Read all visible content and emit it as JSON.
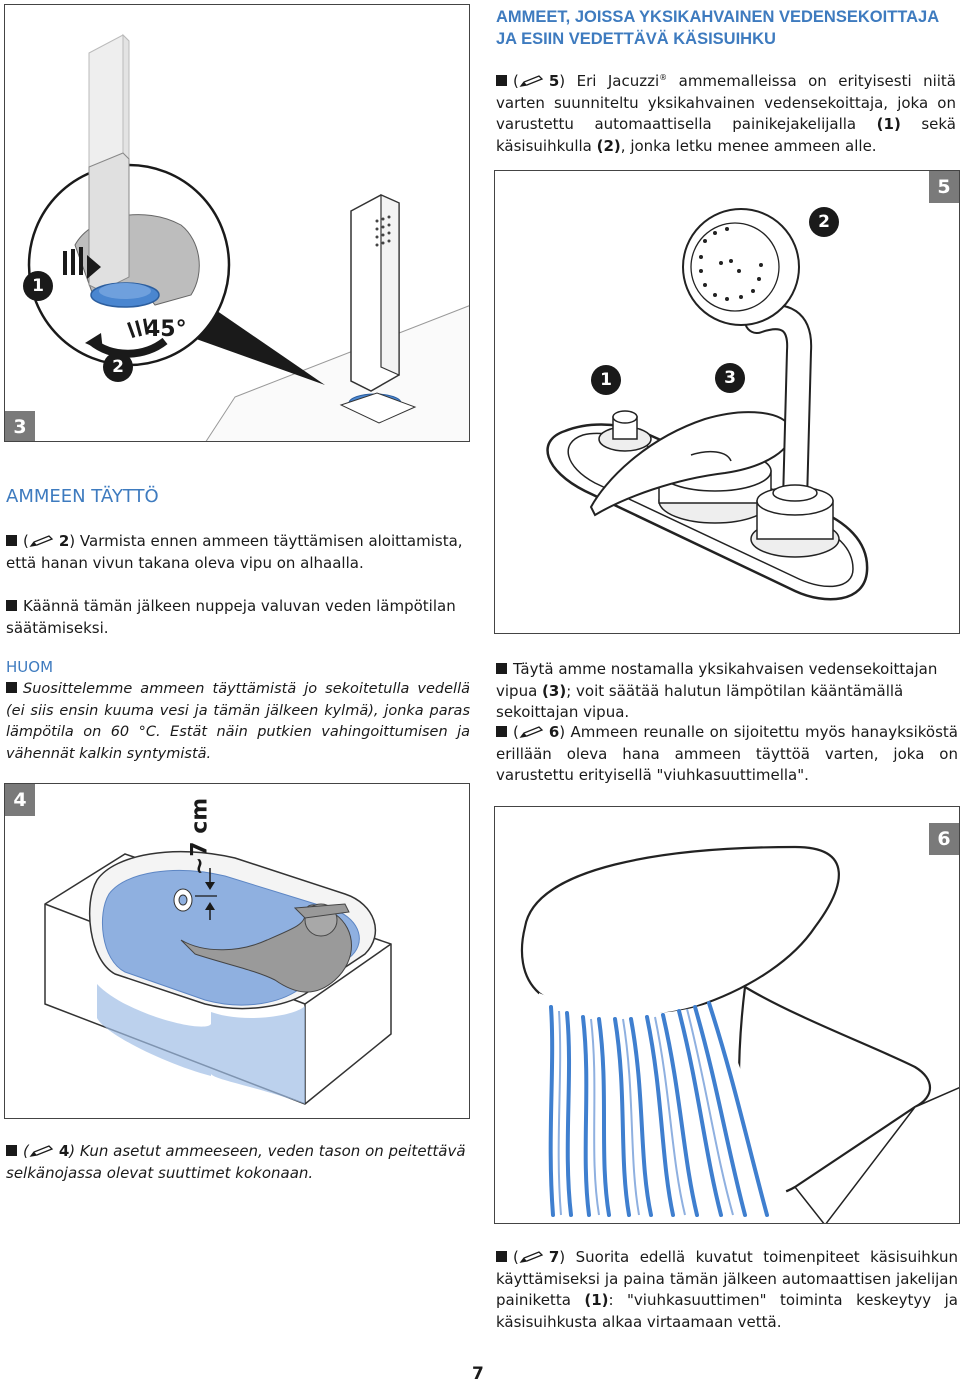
{
  "section_title_line1": "AMMEET, JOISSA YKSIKAHVAINEN VEDENSEKOITTAJA",
  "section_title_line2": "JA ESIIN VEDETTÄVÄ KÄSISUIHKU",
  "intro": {
    "ref": "5",
    "text_a": ") Eri Jacuzzi",
    "reg": "®",
    "text_b": " ammemalleissa on erityisesti niitä varten suunniteltu yksikahvainen vedensekoittaja, joka on varustettu automaattisella painikejakelijalla ",
    "b1": "(1)",
    "text_c": " sekä käsisuihkulla ",
    "b2": "(2)",
    "text_d": ", jonka letku menee ammeen alle."
  },
  "fig3": {
    "number": "3",
    "callout1": "1",
    "callout2": "2",
    "angle": "45°"
  },
  "fig5": {
    "number": "5",
    "callout1": "1",
    "callout2": "2",
    "callout3": "3"
  },
  "fill_heading": "AMMEEN TÄYTTÖ",
  "fill_p1": {
    "ref": "2",
    "text": ") Varmista ennen ammeen täyttämisen aloittamista, että hanan vivun takana oleva vipu on alhaalla."
  },
  "fill_p2": "Käännä tämän jälkeen nuppeja valuvan veden lämpötilan säätämiseksi.",
  "note_heading": "HUOM",
  "note_text": "Suosittelemme ammeen täyttämistä jo sekoitetulla vedellä (ei siis ensin kuuma vesi ja tämän jälkeen kylmä), jonka paras lämpötila on 60 °C. Estät näin putkien vahingoittumisen ja vähennät kalkin syntymistä.",
  "fig4": {
    "number": "4",
    "depth_label": "~7 cm"
  },
  "fig4_caption": {
    "ref": "4",
    "text": ") Kun asetut ammeeseen, veden tason on peitettävä selkänojassa olevat suuttimet kokonaan."
  },
  "right_p1": {
    "text_a": "Täytä amme nostamalla yksikahvaisen vedensekoittajan vipua ",
    "b": "(3)",
    "text_b": "; voit säätää halutun lämpötilan kääntämällä sekoittajan vipua."
  },
  "right_p2": {
    "ref": "6",
    "text": ") Ammeen reunalle on sijoitettu myös hanayksiköstä erillään oleva hana ammeen täyttöä varten, joka on varustettu erityisellä \"viuhkasuuttimella\"."
  },
  "fig6": {
    "number": "6"
  },
  "right_p3": {
    "ref": "7",
    "text_a": ") Suorita edellä kuvatut toimenpiteet käsisuihkun käyttämiseksi ja paina tämän jälkeen automaattisen jakelijan painiketta ",
    "b": "(1)",
    "text_b": ": \"viuhkasuuttimen\" toiminta keskeytyy ja käsisuihkusta alkaa virtaamaan vettä."
  },
  "page_number": "7",
  "colors": {
    "accent": "#3e7bbf",
    "water": "#8fb0e0",
    "ring": "#4a86d0",
    "label_bg": "#7a7a7a"
  }
}
